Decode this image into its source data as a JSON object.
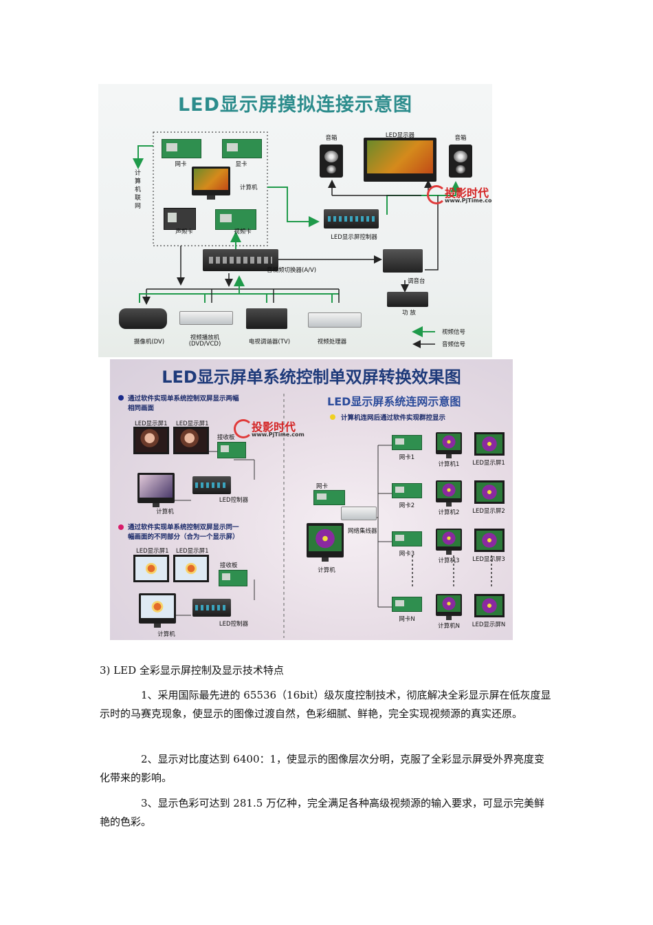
{
  "figure1": {
    "title": "LED显示屏摸拟连接示意图",
    "labels": {
      "speaker_left": "音箱",
      "led_display": "LED显示器",
      "speaker_right": "音箱",
      "network_card": "网卡",
      "graphics_card": "显卡",
      "computer": "计算机",
      "sound_card": "声频卡",
      "video_card": "视频卡",
      "computer_network": "计算机联网",
      "led_controller": "LED显示屏控制器",
      "av_switcher": "音视频切换器(A/V)",
      "mixer": "调音台",
      "amplifier": "功 放",
      "camcorder": "摄像机(DV)",
      "player_line1": "视频播放机",
      "player_line2": "(DVD/VCD)",
      "tv_tuner": "电视调谐器(TV)",
      "video_processor": "视频处理器",
      "legend_video": "视频信号",
      "legend_audio": "音频信号"
    },
    "logo": {
      "text": "投影时代",
      "url": "www.PjTime.com"
    },
    "colors": {
      "video": "#1f9a4a",
      "audio": "#222222",
      "title": "#2c8c8c"
    }
  },
  "figure2": {
    "title": "LED显示屏单系统控制单双屏转换效果图",
    "left": {
      "heading1_line1": "通过软件实现单系统控制双屏显示两幅",
      "heading1_line2": "相同画面",
      "screen1": "LED显示屏1",
      "screen2": "LED显示屏1",
      "receiver": "接收板",
      "computer": "计算机",
      "controller": "LED控制器",
      "heading2_line1": "通过软件实现单系统控制双屏显示同一",
      "heading2_line2": "幅画面的不同部分（合为一个显示屏）",
      "screen3": "LED显示屏1",
      "screen4": "LED显示屏1",
      "receiver2": "接收板",
      "computer2": "计算机",
      "controller2": "LED控制器"
    },
    "right": {
      "heading": "LED显示屏系统连网示意图",
      "subheading": "计算机连网后通过软件实现群控显示",
      "nic": "网卡",
      "hub": "网络集线器",
      "computer": "计算机",
      "rows": [
        {
          "nic": "网卡1",
          "pc": "计算机1",
          "led": "LED显示屏1"
        },
        {
          "nic": "网卡2",
          "pc": "计算机2",
          "led": "LED显示屏2"
        },
        {
          "nic": "网卡3",
          "pc": "计算机3",
          "led": "LED显示屏3"
        },
        {
          "nic": "网卡N",
          "pc": "计算机N",
          "led": "LED显示屏N"
        }
      ]
    },
    "logo": {
      "text": "投影时代",
      "url": "www.PjTime.com"
    }
  },
  "text": {
    "heading": "3) LED 全彩显示屏控制及显示技术特点",
    "p1": "1、采用国际最先进的 65536（16bit）级灰度控制技术，彻底解决全彩显示屏在低灰度显示时的马赛克现象，使显示的图像过渡自然，色彩细腻、鲜艳，完全实现视频源的真实还原。",
    "p2": "2、显示对比度达到 6400：1，使显示的图像层次分明，克服了全彩显示屏受外界亮度变化带来的影响。",
    "p3": "3、显示色彩可达到 281.5 万亿种，完全满足各种高级视频源的输入要求，可显示完美鲜艳的色彩。"
  }
}
